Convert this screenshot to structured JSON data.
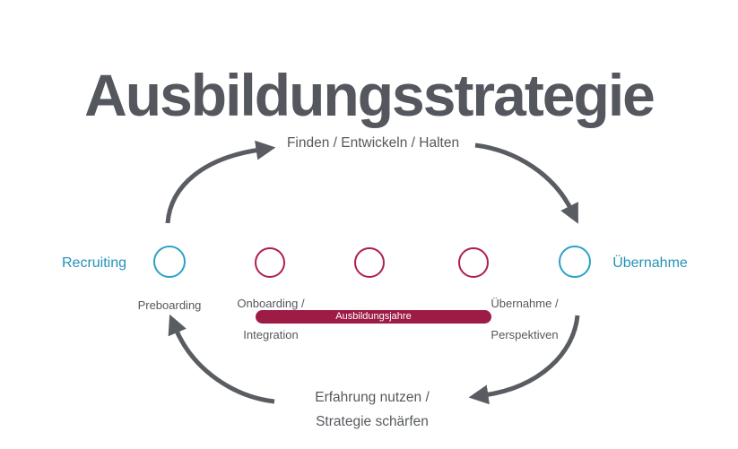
{
  "title": "Ausbildungsstrategie",
  "cycle": {
    "top_label": "Finden / Entwickeln / Halten",
    "bottom_label_line1": "Erfahrung nutzen /",
    "bottom_label_line2": "Strategie schärfen",
    "entry_label": "Recruiting",
    "exit_label": "Übernahme"
  },
  "timeline": {
    "bar_label": "Ausbildungsjahre",
    "stages": [
      {
        "label_line1": "Preboarding",
        "label_line2": "",
        "circle_color": "#2BA2C6"
      },
      {
        "label_line1": "Onboarding /",
        "label_line2": "Integration",
        "circle_color": "#B01E4C"
      },
      {
        "label_line1": "",
        "label_line2": "",
        "circle_color": "#B01E4C"
      },
      {
        "label_line1": "Übernahme /",
        "label_line2": "Perspektiven",
        "circle_color": "#B01E4C"
      },
      {
        "label_line1": "",
        "label_line2": "",
        "circle_color": "#2BA2C6"
      }
    ]
  },
  "colors": {
    "title_text": "#54585E",
    "body_text": "#55595D",
    "arrow": "#595D62",
    "teal": "#2BA2C6",
    "crimson": "#B01E4C",
    "bar_fill": "#9D1C45",
    "bar_text": "#FFFFFF"
  }
}
